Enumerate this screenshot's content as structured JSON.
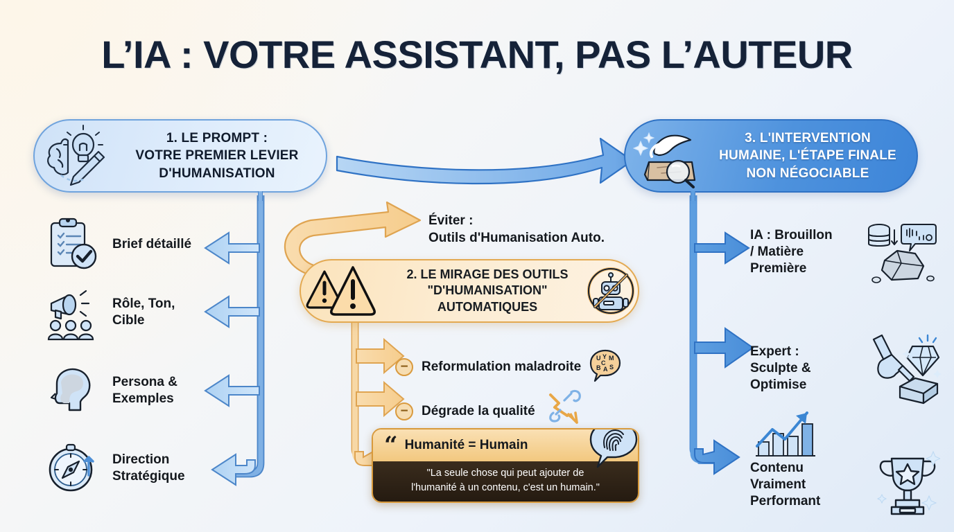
{
  "title": "L’IA : VOTRE ASSISTANT, PAS L’AUTEUR",
  "colors": {
    "title": "#152238",
    "blue_light": "#cfe2f7",
    "blue_strong": "#4e92dd",
    "blue_border": "#6fa3dd",
    "orange_fill": "#fbe3bb",
    "orange_border": "#e3a951",
    "quote_dark": "#2b2013",
    "text": "#14181d",
    "bg_warm": "#fcf8f0",
    "bg_cool": "#dfeaf7"
  },
  "pill1": {
    "number": "1.",
    "line1": "1. LE PROMPT :",
    "line2": "VOTRE PREMIER LEVIER",
    "line3": "D'HUMANISATION",
    "icon": "brain-lightbulb-pencil-icon"
  },
  "pill3": {
    "line1": "3. L'INTERVENTION",
    "line2": "HUMAINE, L'ÉTAPE FINALE",
    "line3": "NON NÉGOCIABLE",
    "icon": "hand-polishing-stone-magnifier-icon"
  },
  "left_items": [
    {
      "label": "Brief détaillé",
      "icon": "clipboard-check-icon"
    },
    {
      "label_l1": "Rôle, Ton,",
      "label_l2": "Cible",
      "icon": "megaphone-audience-icon"
    },
    {
      "label_l1": "Persona &",
      "label_l2": "Exemples",
      "icon": "head-profile-icon"
    },
    {
      "label_l1": "Direction",
      "label_l2": "Stratégique",
      "icon": "compass-icon"
    }
  ],
  "right_items": [
    {
      "label_l1": "IA : Brouillon",
      "label_l2": "/ Matière",
      "label_l3": "Première",
      "icon": "database-rock-icon"
    },
    {
      "label_l1": "Expert :",
      "label_l2": "Sculpte &",
      "label_l3": "Optimise",
      "icon": "chisel-diamond-icon"
    },
    {
      "label_l1": "Contenu",
      "label_l2": "Vraiment",
      "label_l3": "Performant",
      "icon": "growth-chart-trophy-icon"
    }
  ],
  "avoid": {
    "line1": "Éviter :",
    "line2": "Outils d'Humanisation Auto."
  },
  "box2": {
    "line1": "2. LE MIRAGE DES OUTILS",
    "line2": "\"D'HUMANISATION\"",
    "line3": "AUTOMATIQUES",
    "warning_icon": "warning-triangle-icon",
    "robot_icon": "no-robot-icon"
  },
  "center_items": [
    {
      "bullet": "−",
      "label": "Reformulation maladroite",
      "icon": "scrambled-letters-bubble-icon",
      "bubble_letters": [
        "U",
        "Y",
        "M",
        "C",
        "B",
        "A",
        "S"
      ]
    },
    {
      "bullet": "−",
      "label": "Dégrade la qualité",
      "icon": "broken-link-down-arrow-icon"
    }
  ],
  "quote": {
    "quote_mark": "“",
    "title": "Humanité = Humain",
    "body_l1": "\"La seule chose qui peut ajouter de",
    "body_l2": "l'humanité à un contenu, c'est un humain.\"",
    "icon": "fingerprint-bubble-icon"
  }
}
